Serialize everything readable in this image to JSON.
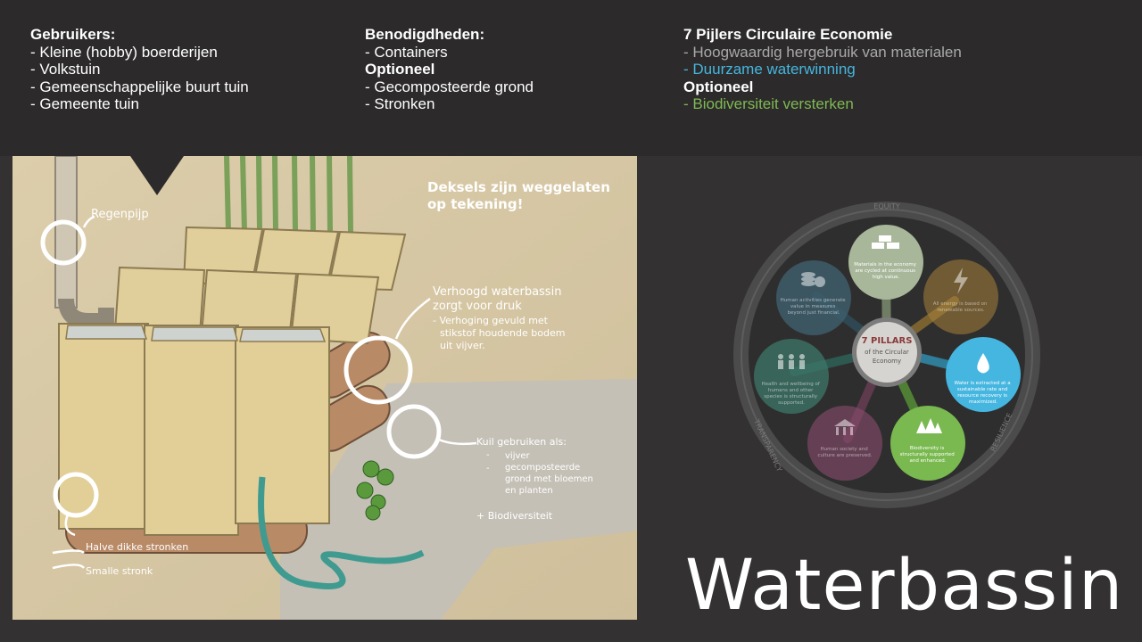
{
  "header": {
    "col1": {
      "title": "Gebruikers:",
      "items": [
        "- Kleine (hobby) boerderijen",
        "- Volkstuin",
        "- Gemeenschappelijke buurt tuin",
        "- Gemeente tuin"
      ]
    },
    "col2": {
      "title": "Benodigdheden:",
      "item1": "- Containers",
      "optional": "Optioneel",
      "item2": "- Gecomposteerde grond",
      "item3": "- Stronken"
    },
    "col3": {
      "title": "7 Pijlers Circulaire Economie",
      "item1": "- Hoogwaardig hergebruik  van materialen",
      "item2": "- Duurzame waterwinning",
      "optional": "Optioneel",
      "item3": "- Biodiversiteit versterken"
    }
  },
  "drawing": {
    "lids_note_1": "Deksels zijn weggelaten",
    "lids_note_2": "op tekening!",
    "regenpijp": "Regenpijp",
    "raised_1": "Verhoogd waterbassin",
    "raised_2": "zorgt voor druk",
    "raised_3": "- Verhoging gevuld met",
    "raised_4": "stikstof houdende bodem",
    "raised_5": "uit vijver.",
    "kuil_1": "Kuil gebruiken als:",
    "kuil_2": "vijver",
    "kuil_3": "gecomposteerde",
    "kuil_4": "grond met bloemen",
    "kuil_5": "en planten",
    "kuil_dash_1": "-",
    "kuil_dash_2": "-",
    "biodiversiteit": "+ Biodiversiteit",
    "halve": "Halve dikke stronken",
    "smalle": "Smalle stronk"
  },
  "pillars": {
    "center_1": "7 PILLARS",
    "center_2": "of the Circular",
    "center_3": "Economy",
    "ring_top": "EQUITY",
    "ring_left": "TRANSPARENCY",
    "ring_right": "RESILIENCE",
    "p_materials": [
      "Materials in the economy",
      "are cycled at continuous",
      "high value."
    ],
    "p_energy": [
      "All energy is based on",
      "renewable sources."
    ],
    "p_water": [
      "Water is extracted at a",
      "sustainable rate and",
      "resource recovery is",
      "maximized."
    ],
    "p_biodiv": [
      "Biodiversity is",
      "structurally supported",
      "and enhanced."
    ],
    "p_society": [
      "Human society and",
      "culture are preserved."
    ],
    "p_health": [
      "Health and wellbeing of",
      "humans and other",
      "species is structurally",
      "supported."
    ],
    "p_value": [
      "Human activities generate",
      "value in measures",
      "beyond just financial."
    ],
    "colors": {
      "materials": "#a8b79a",
      "energy": "#a5813a",
      "water": "#45b6e0",
      "biodiv": "#79b94f",
      "society": "#8a4d6e",
      "health": "#3d7768",
      "value": "#3f5f6e"
    }
  },
  "title": "Waterbassin"
}
